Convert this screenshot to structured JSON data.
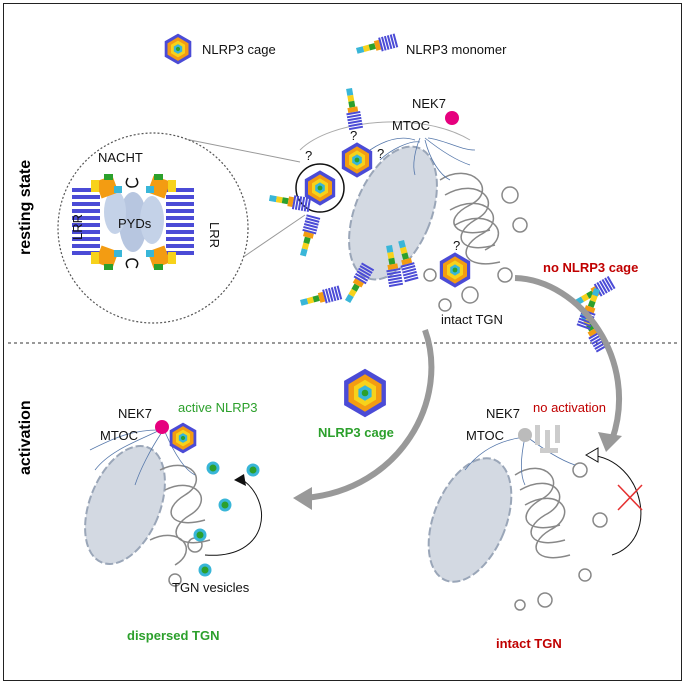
{
  "legend": {
    "cage_label": "NLRP3 cage",
    "monomer_label": "NLRP3 monomer"
  },
  "rows": {
    "resting": "resting state",
    "activation": "activation"
  },
  "zoom": {
    "nacht": "NACHT",
    "lrr_left": "LRR",
    "lrr_right": "LRR",
    "pyds": "PYDs"
  },
  "resting_panel": {
    "nek7": "NEK7",
    "mtoc": "MTOC",
    "question": "?",
    "intact_tgn": "intact TGN",
    "no_cage": "no NLRP3 cage"
  },
  "center": {
    "cage_label": "NLRP3 cage"
  },
  "activation_left": {
    "nek7": "NEK7",
    "mtoc": "MTOC",
    "active": "active NLRP3",
    "vesicles": "TGN vesicles",
    "dispersed": "dispersed TGN"
  },
  "activation_right": {
    "nek7": "NEK7",
    "mtoc": "MTOC",
    "no_activation": "no activation",
    "intact": "intact TGN"
  },
  "colors": {
    "green": "#2ca02c",
    "red": "#c00000",
    "lrr": "#4b4bd6",
    "nacht_orange": "#f39c12",
    "yellow": "#f7d21b",
    "cyan": "#39b6d8",
    "nek7": "#e6007e",
    "nucleus": "#d3d9e2"
  }
}
